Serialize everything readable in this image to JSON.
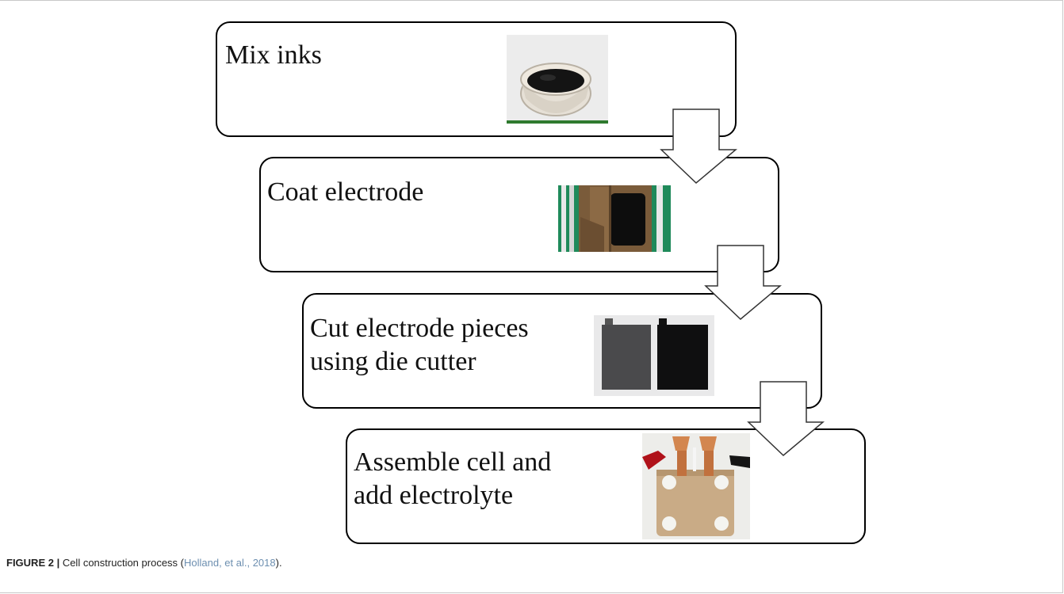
{
  "steps": [
    {
      "label": "Mix inks",
      "photo": "bowl-of-black-ink"
    },
    {
      "label": "Coat electrode",
      "photo": "electrode-coating-bed"
    },
    {
      "label": "Cut electrode pieces\nusing die cutter",
      "photo": "cut-electrode-sheets"
    },
    {
      "label": "Assemble cell and\nadd electrolyte",
      "photo": "assembled-cell-with-clips"
    }
  ],
  "caption": {
    "figure_label": "FIGURE 2 |",
    "text_before": " Cell construction process (",
    "citation": "Holland, et al., 2018",
    "text_after": ")."
  }
}
